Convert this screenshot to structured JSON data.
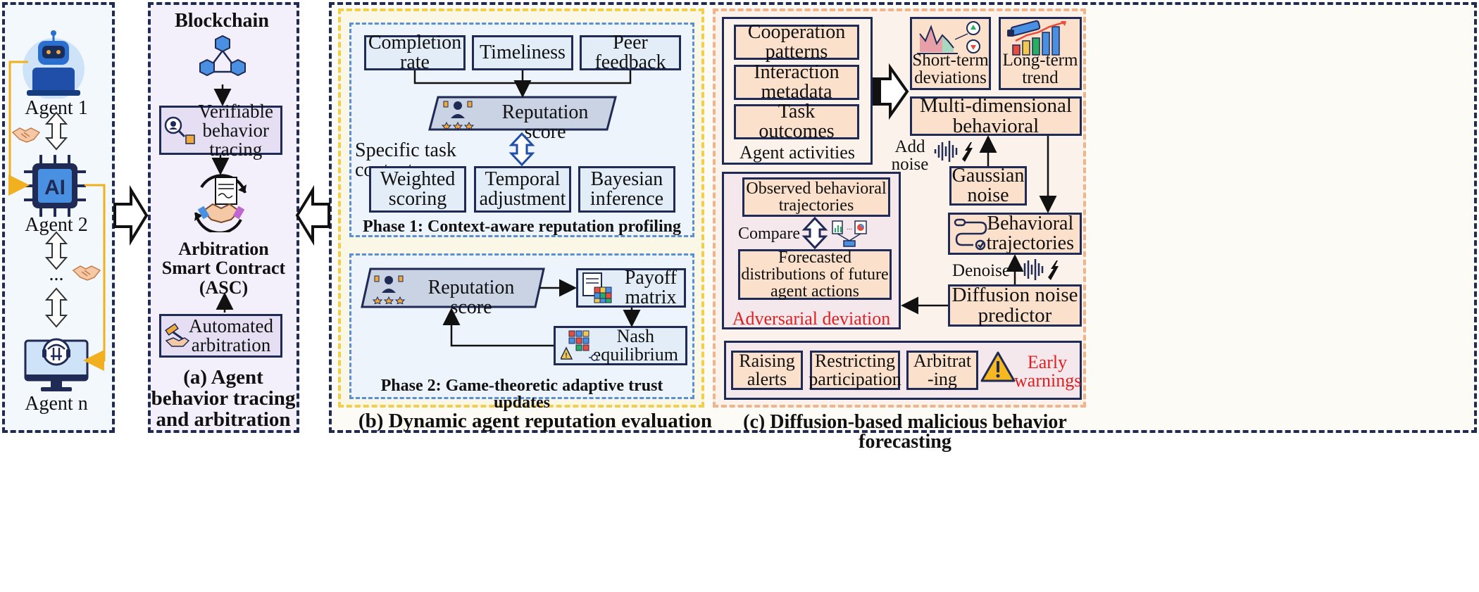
{
  "panel_a": {
    "blockchain": "Blockchain",
    "agents": [
      "Agent 1",
      "Agent 2",
      "...",
      "Agent n"
    ],
    "verifiable": [
      "Verifiable",
      "behavior",
      "tracing"
    ],
    "asc": [
      "Arbitration",
      "Smart Contract",
      "(ASC)"
    ],
    "automated": [
      "Automated",
      "arbitration"
    ],
    "caption": [
      "(a) Agent",
      "behavior tracing",
      "and arbitration"
    ]
  },
  "panel_b": {
    "phase1_inputs": [
      [
        "Completion",
        "rate"
      ],
      [
        "Timeliness"
      ],
      [
        "Peer",
        "feedback"
      ]
    ],
    "reputation_score": "Reputation score",
    "task_context": "Specific task context",
    "methods": [
      [
        "Weighted",
        "scoring"
      ],
      [
        "Temporal",
        "adjustment"
      ],
      [
        "Bayesian",
        "inference"
      ]
    ],
    "phase1_title": "Phase 1: Context-aware reputation profiling",
    "payoff": [
      "Payoff",
      "matrix"
    ],
    "nash": [
      "Nash",
      "equilibrium"
    ],
    "phase2_title": "Phase 2: Game-theoretic adaptive trust updates",
    "caption": "(b) Dynamic agent reputation evaluation"
  },
  "panel_c": {
    "activities": [
      [
        "Cooperation",
        "patterns"
      ],
      [
        "Interaction",
        "metadata"
      ],
      [
        "Task",
        "outcomes"
      ]
    ],
    "agent_activities": "Agent activities",
    "short_term": [
      "Short-term",
      "deviations"
    ],
    "long_term": [
      "Long-term",
      "trend"
    ],
    "multi_dim": [
      "Multi-dimensional",
      "behavioral"
    ],
    "add_noise": [
      "Add",
      "noise"
    ],
    "gaussian": [
      "Gaussian",
      "noise"
    ],
    "behavioral_traj": [
      "Behavioral",
      "trajectories"
    ],
    "denoise": "Denoise",
    "diffusion": [
      "Diffusion noise",
      "predictor"
    ],
    "observed": [
      "Observed behavioral",
      "trajectories"
    ],
    "compare": "Compare",
    "forecasted": [
      "Forecasted",
      "distributions of future",
      "agent actions"
    ],
    "adversarial": "Adversarial deviation",
    "responses": [
      [
        "Raising",
        "alerts"
      ],
      [
        "Restricting",
        "participation"
      ],
      [
        "Arbitrat",
        "-ing"
      ]
    ],
    "early_warnings": [
      "Early",
      "warnings"
    ],
    "caption": "(c) Diffusion-based malicious behavior forecasting"
  },
  "colors": {
    "navy": "#1f2a55",
    "yellow": "#f2cf4a",
    "orange": "#f0b48a",
    "blue_fill": "#e3edf7",
    "peach_fill": "#fbe0cc",
    "lavender_fill": "#e6dff4",
    "red_text": "#e02020",
    "gold_line": "#f0b020"
  }
}
